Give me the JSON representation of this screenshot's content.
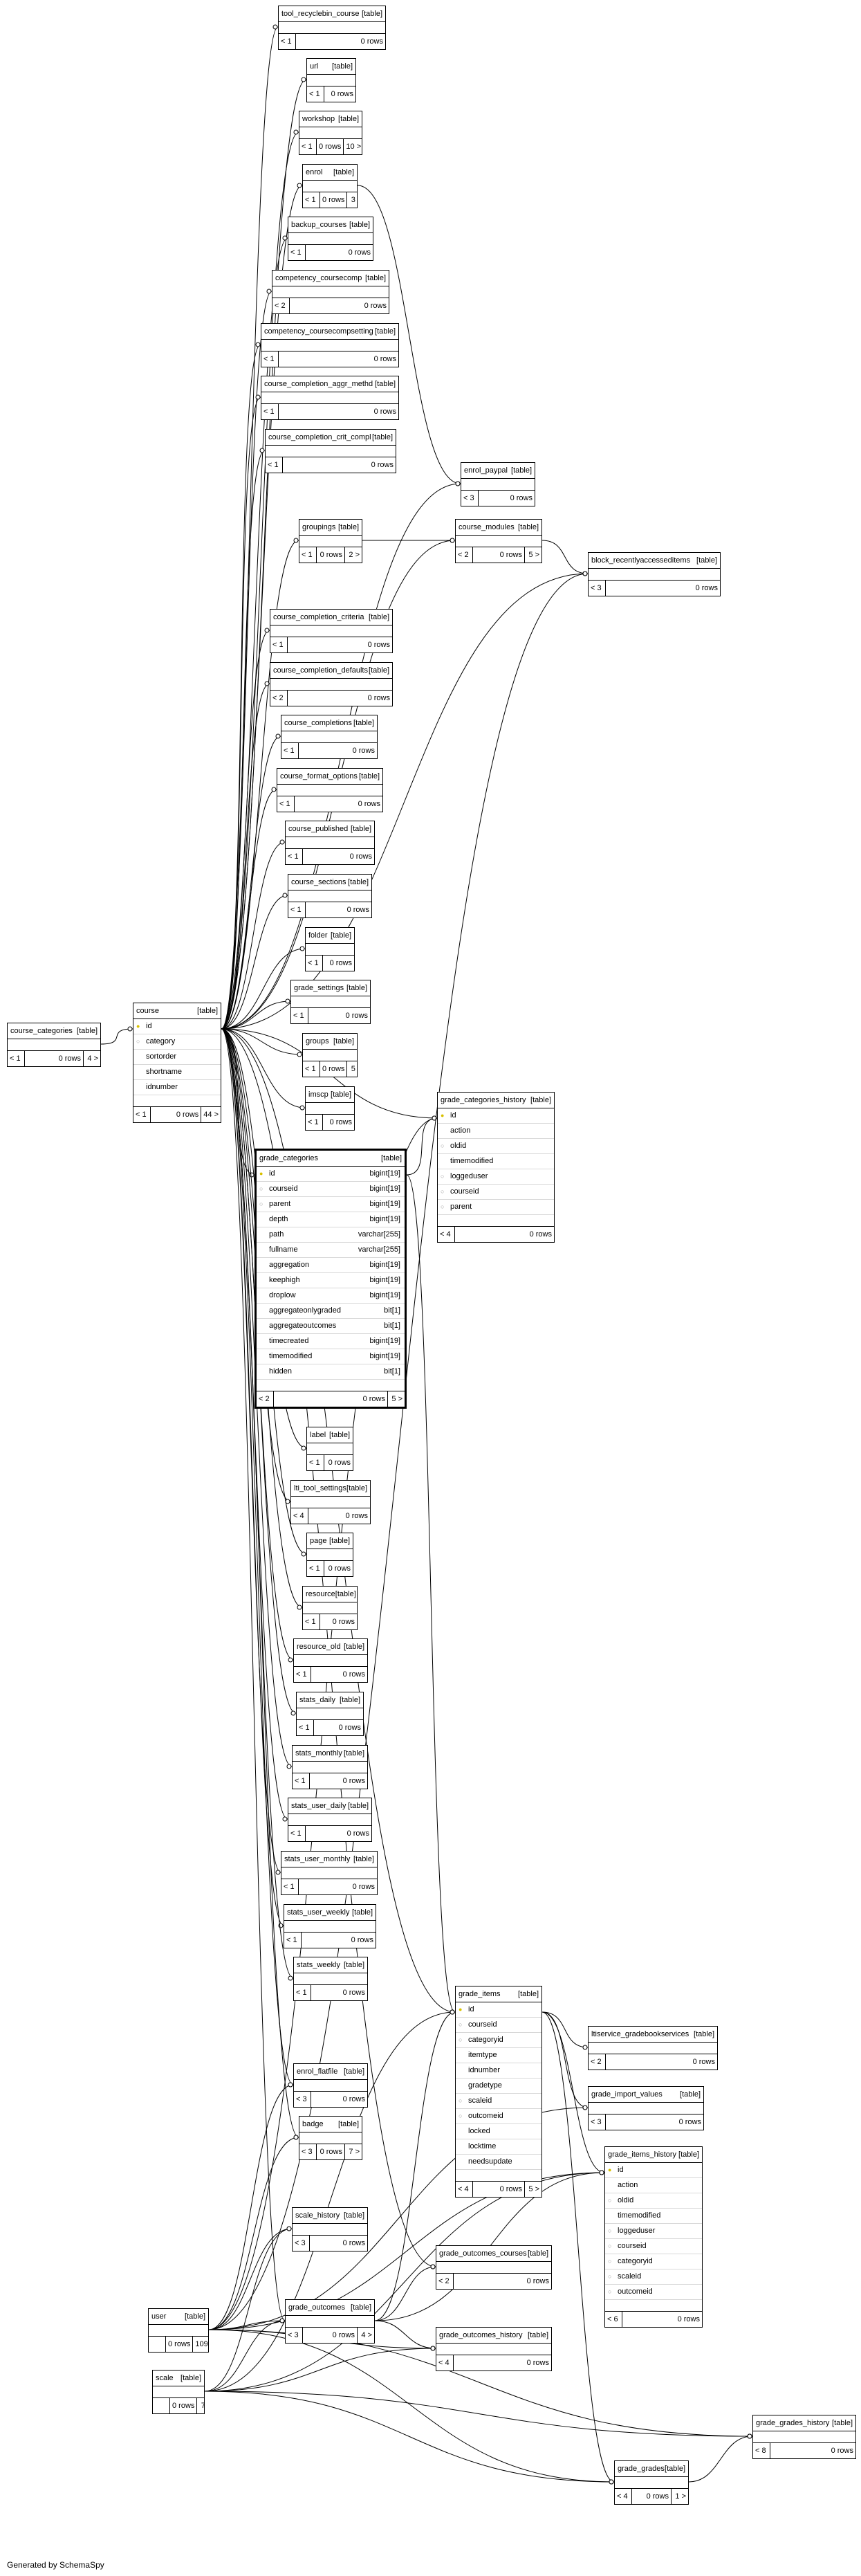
{
  "footer": "Generated by SchemaSpy",
  "tables": {
    "tool_recyclebin_course": {
      "name": "tool_recyclebin_course",
      "tag": "[table]",
      "parents": "< 1",
      "rows": "0 rows",
      "children": ""
    },
    "url": {
      "name": "url",
      "tag": "[table]",
      "parents": "< 1",
      "rows": "0 rows",
      "children": ""
    },
    "workshop": {
      "name": "workshop",
      "tag": "[table]",
      "parents": "< 1",
      "rows": "0 rows",
      "children": "10 >"
    },
    "enrol": {
      "name": "enrol",
      "tag": "[table]",
      "parents": "< 1",
      "rows": "0 rows",
      "children": "3 >"
    },
    "backup_courses": {
      "name": "backup_courses",
      "tag": "[table]",
      "parents": "< 1",
      "rows": "0 rows",
      "children": ""
    },
    "competency_coursecomp": {
      "name": "competency_coursecomp",
      "tag": "[table]",
      "parents": "< 2",
      "rows": "0 rows",
      "children": ""
    },
    "competency_coursecompsetting": {
      "name": "competency_coursecompsetting",
      "tag": "[table]",
      "parents": "< 1",
      "rows": "0 rows",
      "children": ""
    },
    "course_completion_aggr_methd": {
      "name": "course_completion_aggr_methd",
      "tag": "[table]",
      "parents": "< 1",
      "rows": "0 rows",
      "children": ""
    },
    "course_completion_crit_compl": {
      "name": "course_completion_crit_compl",
      "tag": "[table]",
      "parents": "< 1",
      "rows": "0 rows",
      "children": ""
    },
    "enrol_paypal": {
      "name": "enrol_paypal",
      "tag": "[table]",
      "parents": "< 3",
      "rows": "0 rows",
      "children": ""
    },
    "groupings": {
      "name": "groupings",
      "tag": "[table]",
      "parents": "< 1",
      "rows": "0 rows",
      "children": "2 >"
    },
    "course_modules": {
      "name": "course_modules",
      "tag": "[table]",
      "parents": "< 2",
      "rows": "0 rows",
      "children": "5 >"
    },
    "block_recentlyaccesseditems": {
      "name": "block_recentlyaccesseditems",
      "tag": "[table]",
      "parents": "< 3",
      "rows": "0 rows",
      "children": ""
    },
    "course_completion_criteria": {
      "name": "course_completion_criteria",
      "tag": "[table]",
      "parents": "< 1",
      "rows": "0 rows",
      "children": ""
    },
    "course_completion_defaults": {
      "name": "course_completion_defaults",
      "tag": "[table]",
      "parents": "< 2",
      "rows": "0 rows",
      "children": ""
    },
    "course_completions": {
      "name": "course_completions",
      "tag": "[table]",
      "parents": "< 1",
      "rows": "0 rows",
      "children": ""
    },
    "course_format_options": {
      "name": "course_format_options",
      "tag": "[table]",
      "parents": "< 1",
      "rows": "0 rows",
      "children": ""
    },
    "course_published": {
      "name": "course_published",
      "tag": "[table]",
      "parents": "< 1",
      "rows": "0 rows",
      "children": ""
    },
    "course_sections": {
      "name": "course_sections",
      "tag": "[table]",
      "parents": "< 1",
      "rows": "0 rows",
      "children": ""
    },
    "folder": {
      "name": "folder",
      "tag": "[table]",
      "parents": "< 1",
      "rows": "0 rows",
      "children": ""
    },
    "grade_settings": {
      "name": "grade_settings",
      "tag": "[table]",
      "parents": "< 1",
      "rows": "0 rows",
      "children": ""
    },
    "groups": {
      "name": "groups",
      "tag": "[table]",
      "parents": "< 1",
      "rows": "0 rows",
      "children": "5 >"
    },
    "imscp": {
      "name": "imscp",
      "tag": "[table]",
      "parents": "< 1",
      "rows": "0 rows",
      "children": ""
    },
    "course_categories": {
      "name": "course_categories",
      "tag": "[table]",
      "parents": "< 1",
      "rows": "0 rows",
      "children": "4 >"
    },
    "course": {
      "name": "course",
      "tag": "[table]",
      "parents": "< 1",
      "rows": "0 rows",
      "children": "44 >",
      "columns": [
        {
          "name": "id",
          "key": "pk"
        },
        {
          "name": "category",
          "key": "fk"
        },
        {
          "name": "sortorder",
          "key": ""
        },
        {
          "name": "shortname",
          "key": ""
        },
        {
          "name": "idnumber",
          "key": ""
        }
      ]
    },
    "grade_categories_history": {
      "name": "grade_categories_history",
      "tag": "[table]",
      "parents": "< 4",
      "rows": "0 rows",
      "children": "",
      "columns": [
        {
          "name": "id",
          "key": "pk"
        },
        {
          "name": "action",
          "key": ""
        },
        {
          "name": "oldid",
          "key": "fk"
        },
        {
          "name": "timemodified",
          "key": ""
        },
        {
          "name": "loggeduser",
          "key": "fk"
        },
        {
          "name": "courseid",
          "key": "fk"
        },
        {
          "name": "parent",
          "key": "fk"
        }
      ]
    },
    "grade_categories": {
      "name": "grade_categories",
      "tag": "[table]",
      "parents": "< 2",
      "rows": "0 rows",
      "children": "5 >",
      "columns": [
        {
          "name": "id",
          "key": "pk",
          "type": "bigint[19]"
        },
        {
          "name": "courseid",
          "key": "fk",
          "type": "bigint[19]"
        },
        {
          "name": "parent",
          "key": "fk",
          "type": "bigint[19]"
        },
        {
          "name": "depth",
          "key": "",
          "type": "bigint[19]"
        },
        {
          "name": "path",
          "key": "",
          "type": "varchar[255]"
        },
        {
          "name": "fullname",
          "key": "",
          "type": "varchar[255]"
        },
        {
          "name": "aggregation",
          "key": "",
          "type": "bigint[19]"
        },
        {
          "name": "keephigh",
          "key": "",
          "type": "bigint[19]"
        },
        {
          "name": "droplow",
          "key": "",
          "type": "bigint[19]"
        },
        {
          "name": "aggregateonlygraded",
          "key": "",
          "type": "bit[1]"
        },
        {
          "name": "aggregateoutcomes",
          "key": "",
          "type": "bit[1]"
        },
        {
          "name": "timecreated",
          "key": "",
          "type": "bigint[19]"
        },
        {
          "name": "timemodified",
          "key": "",
          "type": "bigint[19]"
        },
        {
          "name": "hidden",
          "key": "",
          "type": "bit[1]"
        }
      ]
    },
    "label": {
      "name": "label",
      "tag": "[table]",
      "parents": "< 1",
      "rows": "0 rows",
      "children": ""
    },
    "lti_tool_settings": {
      "name": "lti_tool_settings",
      "tag": "[table]",
      "parents": "< 4",
      "rows": "0 rows",
      "children": ""
    },
    "page": {
      "name": "page",
      "tag": "[table]",
      "parents": "< 1",
      "rows": "0 rows",
      "children": ""
    },
    "resource": {
      "name": "resource",
      "tag": "[table]",
      "parents": "< 1",
      "rows": "0 rows",
      "children": ""
    },
    "resource_old": {
      "name": "resource_old",
      "tag": "[table]",
      "parents": "< 1",
      "rows": "0 rows",
      "children": ""
    },
    "stats_daily": {
      "name": "stats_daily",
      "tag": "[table]",
      "parents": "< 1",
      "rows": "0 rows",
      "children": ""
    },
    "stats_monthly": {
      "name": "stats_monthly",
      "tag": "[table]",
      "parents": "< 1",
      "rows": "0 rows",
      "children": ""
    },
    "stats_user_daily": {
      "name": "stats_user_daily",
      "tag": "[table]",
      "parents": "< 1",
      "rows": "0 rows",
      "children": ""
    },
    "stats_user_monthly": {
      "name": "stats_user_monthly",
      "tag": "[table]",
      "parents": "< 1",
      "rows": "0 rows",
      "children": ""
    },
    "stats_user_weekly": {
      "name": "stats_user_weekly",
      "tag": "[table]",
      "parents": "< 1",
      "rows": "0 rows",
      "children": ""
    },
    "stats_weekly": {
      "name": "stats_weekly",
      "tag": "[table]",
      "parents": "< 1",
      "rows": "0 rows",
      "children": ""
    },
    "grade_items": {
      "name": "grade_items",
      "tag": "[table]",
      "parents": "< 4",
      "rows": "0 rows",
      "children": "5 >",
      "columns": [
        {
          "name": "id",
          "key": "pk"
        },
        {
          "name": "courseid",
          "key": "fk"
        },
        {
          "name": "categoryid",
          "key": "fk"
        },
        {
          "name": "itemtype",
          "key": ""
        },
        {
          "name": "idnumber",
          "key": ""
        },
        {
          "name": "gradetype",
          "key": ""
        },
        {
          "name": "scaleid",
          "key": "fk"
        },
        {
          "name": "outcomeid",
          "key": "fk"
        },
        {
          "name": "locked",
          "key": ""
        },
        {
          "name": "locktime",
          "key": ""
        },
        {
          "name": "needsupdate",
          "key": ""
        }
      ]
    },
    "lti_service_gradebookservices": {
      "name": "ltiservice_gradebookservices",
      "tag": "[table]",
      "parents": "< 2",
      "rows": "0 rows",
      "children": ""
    },
    "grade_import_values": {
      "name": "grade_import_values",
      "tag": "[table]",
      "parents": "< 3",
      "rows": "0 rows",
      "children": ""
    },
    "grade_items_history": {
      "name": "grade_items_history",
      "tag": "[table]",
      "parents": "< 6",
      "rows": "0 rows",
      "children": "",
      "columns": [
        {
          "name": "id",
          "key": "pk"
        },
        {
          "name": "action",
          "key": ""
        },
        {
          "name": "oldid",
          "key": "fk"
        },
        {
          "name": "timemodified",
          "key": ""
        },
        {
          "name": "loggeduser",
          "key": "fk"
        },
        {
          "name": "courseid",
          "key": "fk"
        },
        {
          "name": "categoryid",
          "key": "fk"
        },
        {
          "name": "scaleid",
          "key": "fk"
        },
        {
          "name": "outcomeid",
          "key": "fk"
        }
      ]
    },
    "enrol_flatfile": {
      "name": "enrol_flatfile",
      "tag": "[table]",
      "parents": "< 3",
      "rows": "0 rows",
      "children": ""
    },
    "badge": {
      "name": "badge",
      "tag": "[table]",
      "parents": "< 3",
      "rows": "0 rows",
      "children": "7 >"
    },
    "scale_history": {
      "name": "scale_history",
      "tag": "[table]",
      "parents": "< 3",
      "rows": "0 rows",
      "children": ""
    },
    "grade_outcomes_courses": {
      "name": "grade_outcomes_courses",
      "tag": "[table]",
      "parents": "< 2",
      "rows": "0 rows",
      "children": ""
    },
    "grade_outcomes": {
      "name": "grade_outcomes",
      "tag": "[table]",
      "parents": "< 3",
      "rows": "0 rows",
      "children": "4 >"
    },
    "grade_outcomes_history": {
      "name": "grade_outcomes_history",
      "tag": "[table]",
      "parents": "< 4",
      "rows": "0 rows",
      "children": ""
    },
    "user": {
      "name": "user",
      "tag": "[table]",
      "parents": "",
      "rows": "0 rows",
      "children": "109 >"
    },
    "scale": {
      "name": "scale",
      "tag": "[table]",
      "parents": "",
      "rows": "0 rows",
      "children": "7 >"
    },
    "grade_grades_history": {
      "name": "grade_grades_history",
      "tag": "[table]",
      "parents": "< 8",
      "rows": "0 rows",
      "children": ""
    },
    "grade_grades": {
      "name": "grade_grades",
      "tag": "[table]",
      "parents": "< 4",
      "rows": "0 rows",
      "children": "1 >"
    }
  }
}
